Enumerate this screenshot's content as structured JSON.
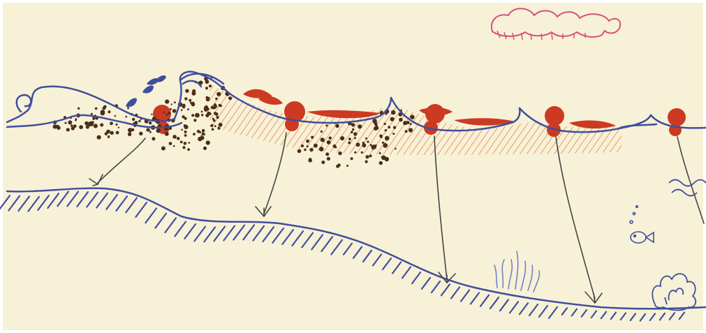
{
  "colors": {
    "paper": "#f7f1d7",
    "ink_blue": "#3f4f9c",
    "oil_red": "#cc3a22",
    "oil_orange": "#f0a070",
    "sediment": "#4a2e1a",
    "cloud_pink": "#d7507a",
    "arrow_ink": "#444444"
  },
  "icons": [
    "cloud-icon",
    "water-droplets-icon",
    "fish-icon",
    "seaweed-icon",
    "coral-icon",
    "small-waves-icon"
  ],
  "elements": {
    "wave_surface": "wave-surface",
    "oil_slick": "oil-slick",
    "sinking_arrows": 5,
    "seabed": "sloping-seabed"
  }
}
